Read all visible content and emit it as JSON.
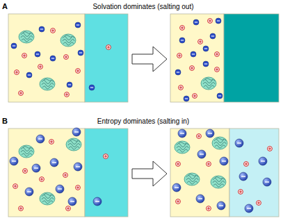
{
  "diagram": {
    "labels": [
      "A",
      "Solvation dominates (salting out)",
      "B",
      "Entropy dominates (salting in)"
    ]
  }
}
